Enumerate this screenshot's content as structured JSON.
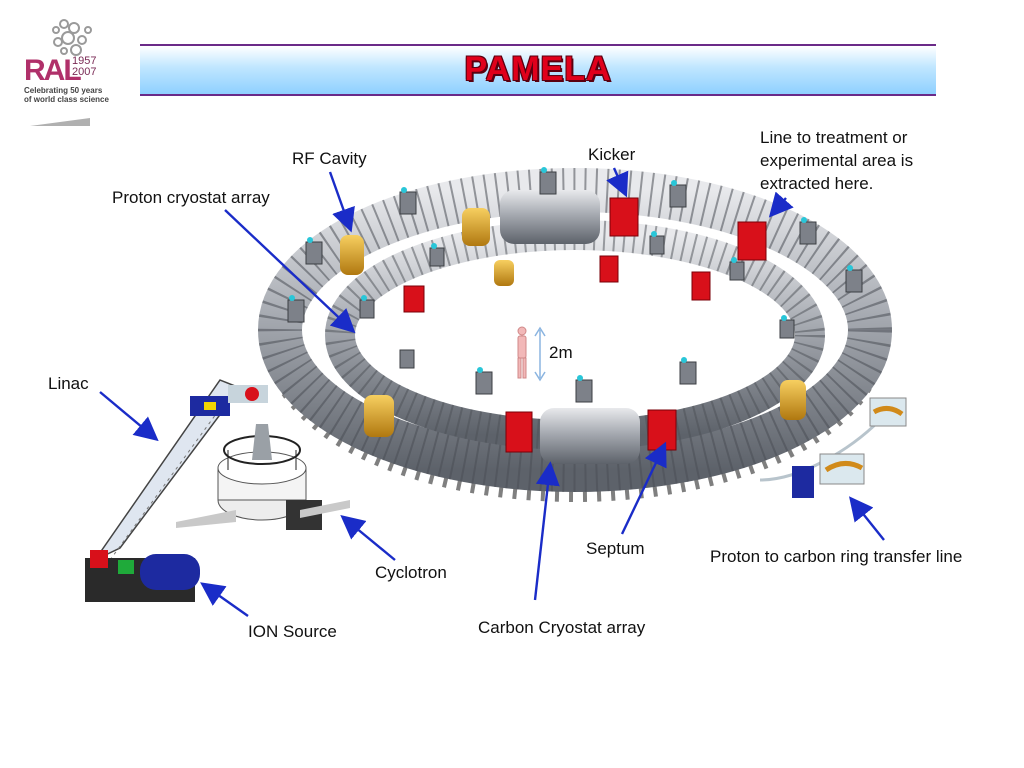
{
  "header": {
    "title": "PAMELA",
    "logo": {
      "text": "RAL",
      "years": [
        "1957",
        "2007"
      ],
      "tagline": [
        "Celebrating 50 years",
        "of world class science"
      ]
    }
  },
  "diagram": {
    "scale_label": "2m",
    "labels": {
      "rf_cavity": "RF Cavity",
      "kicker": "Kicker",
      "extraction": [
        "Line to treatment or",
        "experimental area is",
        "extracted here."
      ],
      "proton_cryostat": "Proton cryostat array",
      "linac": "Linac",
      "cyclotron": "Cyclotron",
      "ion_source": "ION Source",
      "carbon_cryostat": "Carbon Cryostat array",
      "septum": "Septum",
      "transfer_line": "Proton to carbon ring transfer line"
    }
  },
  "colors": {
    "title_red": "#e0001b",
    "arrow_blue": "#1a2cc8",
    "magnet_grey": "#9ea3aa",
    "kicker_red": "#d8101a",
    "cavity_orange": "#e0a020"
  }
}
